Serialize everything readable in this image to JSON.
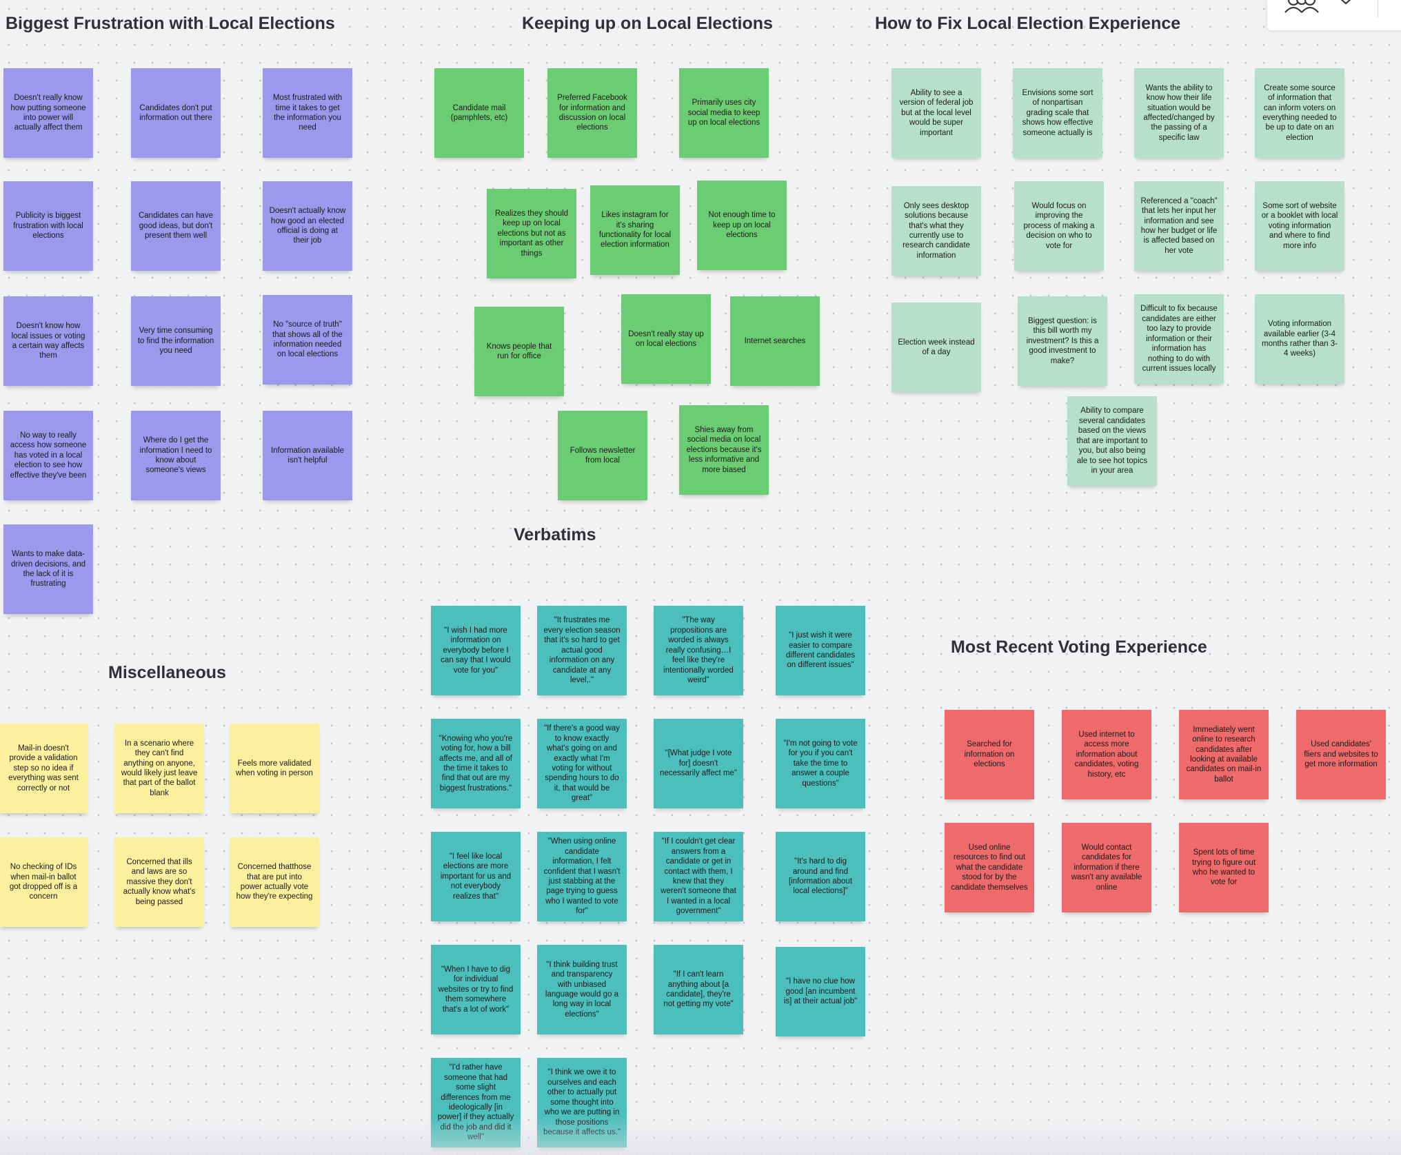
{
  "board": {
    "sections": {
      "frustration": {
        "title": "Biggest Frustration with Local Elections",
        "color": "#9c98ec",
        "notes": [
          "Doesn't really know how putting someone into power will actually affect them",
          "Candidates don't put information out there",
          "Most frustrated with time it takes to get the information you need",
          "Publicity is biggest frustration with local elections",
          "Candidates can have good ideas, but don't present them well",
          "Doesn't actually know how good an elected official is doing at their job",
          "Doesn't know how local issues or voting a certain way affects them",
          "Very time consuming to find the information you need",
          "No \"source of truth\" that shows all of the information needed on local elections",
          "No way to really access how someone has voted in a local election to see how effective they've been",
          "Where do I get the information I need to know about someone's views",
          "Information available isn't helpful",
          "Wants to make data-driven decisions, and the lack of it is frustrating"
        ]
      },
      "keeping_up": {
        "title": "Keeping up on Local Elections",
        "color": "#6ccc73",
        "notes": [
          "Candidate mail (pamphlets, etc)",
          "Preferred Facebook for information and discussion on local elections",
          "Primarily uses city social media to keep up on local elections",
          "Realizes they should keep up on local elections but not as important as other things",
          "Likes instagram for it's sharing functionality for local election information",
          "Not enough time to keep up on local elections",
          "Knows people that run for office",
          "Doesn't really stay up on local elections",
          "Internet searches",
          "Follows newsletter from local",
          "Shies away from social media on local elections because it's less informative and more biased"
        ]
      },
      "how_to_fix": {
        "title": "How to Fix Local Election Experience",
        "color": "#b6e0cb",
        "notes": [
          "Ability to see a version of federal job but at the local level would be super important",
          "Envisions some sort of nonpartisan grading scale that shows how effective someone actually is",
          "Wants the ability to know how their life situation would be affected/changed by the passing of a specific law",
          "Create some source of information that can inform voters on everything needed to be up to date on an election",
          "Only sees desktop solutions because that's what they currently use to research candidate information",
          "Would focus on improving the process of making a decision on who to vote for",
          "Referenced a \"coach\" that lets her input her information and see how her budget or life is affected based on her vote",
          "Some sort of website or a booklet with local voting information and where to find more info",
          "Election week instead of a day",
          "Biggest question: is this bill worth my investment? Is this a good investment to make?",
          "Difficult to fix because candidates are either too lazy to provide information or their information has nothing to do with current issues locally",
          "Voting information available earlier (3-4 months rather than 3-4 weeks)",
          "Ability to compare several candidates based on the views that are important to you, but also being ale to see hot topics in your area"
        ]
      },
      "verbatims": {
        "title": "Verbatims",
        "color": "#4cbfbd",
        "notes": [
          "\"I wish I had more information on everybody before I can say that I would vote for you\"",
          "\"It frustrates me every election season that it's so hard to get actual good information on any candidate at any level,.\"",
          "\"The way propositions are worded is always really confusing…I feel like they're intentionally worded weird\"",
          "\"I just wish it were easier to compare different candidates on different issues\"",
          "\"Knowing who you're voting for, how a bill affects me, and all of the time it takes to find that out are my biggest frustrations.\"",
          "\"If there's a good way to know exactly what's going on and exactly what I'm voting for without spending hours to do it, that would be great\"",
          "\"[What judge I vote for] doesn't necessarily affect me\"",
          "\"I'm not going to vote for you if you can't take the time to answer a couple questions\"",
          "\"I feel like local elections are more important for us and not everybody realizes that\"",
          "\"When using online candidate information, I felt confident that I wasn't just stabbing at the page trying to guess who I wanted to vote for\"",
          "\"If I couldn't get clear answers from a candidate or get in contact with them, I knew that they weren't someone that I wanted in a local government\"",
          "\"It's hard to dig around and find [information about local elections]\"",
          "\"When I have to dig for individual websites or try to find them somewhere that's a lot of work\"",
          "\"I think building trust and transparency with unbiased language would go a long way in local elections\"",
          "\"If I can't learn anything about [a candidate], they're not getting my vote\"",
          "\"I have no clue how good [an incumbent is] at their actual job\"",
          "\"I'd rather have someone that had some slight differences from me ideologically [in power] if they actually did the job and did it well\"",
          "\"I think we owe it to ourselves and each other to actually put some thought into who we are putting in those positions because it affects us.\""
        ]
      },
      "misc": {
        "title": "Miscellaneous",
        "color": "#fcef9e",
        "notes": [
          "Mail-in doesn't provide a validation step so no idea if everything was sent correctly or not",
          "In a scenario where they can't find anything on anyone, would likely just leave that part of the ballot blank",
          "Feels more validated when voting in person",
          "No checking of IDs when mail-in ballot got dropped off is a concern",
          "Concerned that ills and laws are so massive they don't actually know what's being passed",
          "Concerned thatthose that are put into power actually vote how they're expecting"
        ]
      },
      "recent": {
        "title": "Most Recent Voting Experience",
        "color": "#ef6a6b",
        "notes": [
          "Searched for information on elections",
          "Used internet to access more information about candidates, voting history, etc",
          "Immediately went online to research candidates after looking at available candidates on mail-in ballot",
          "Used candidates' fliers and websites to get more information",
          "Used online resources to find out what the candidate stood for by the candidate themselves",
          "Would contact candidates for information if there wasn't any available online",
          "Spent lots of time trying to figure out who he wanted to vote for"
        ]
      }
    }
  },
  "toolbar": {
    "collaborators_icon": "people-icon",
    "menu_icon": "chevron-down-icon"
  }
}
